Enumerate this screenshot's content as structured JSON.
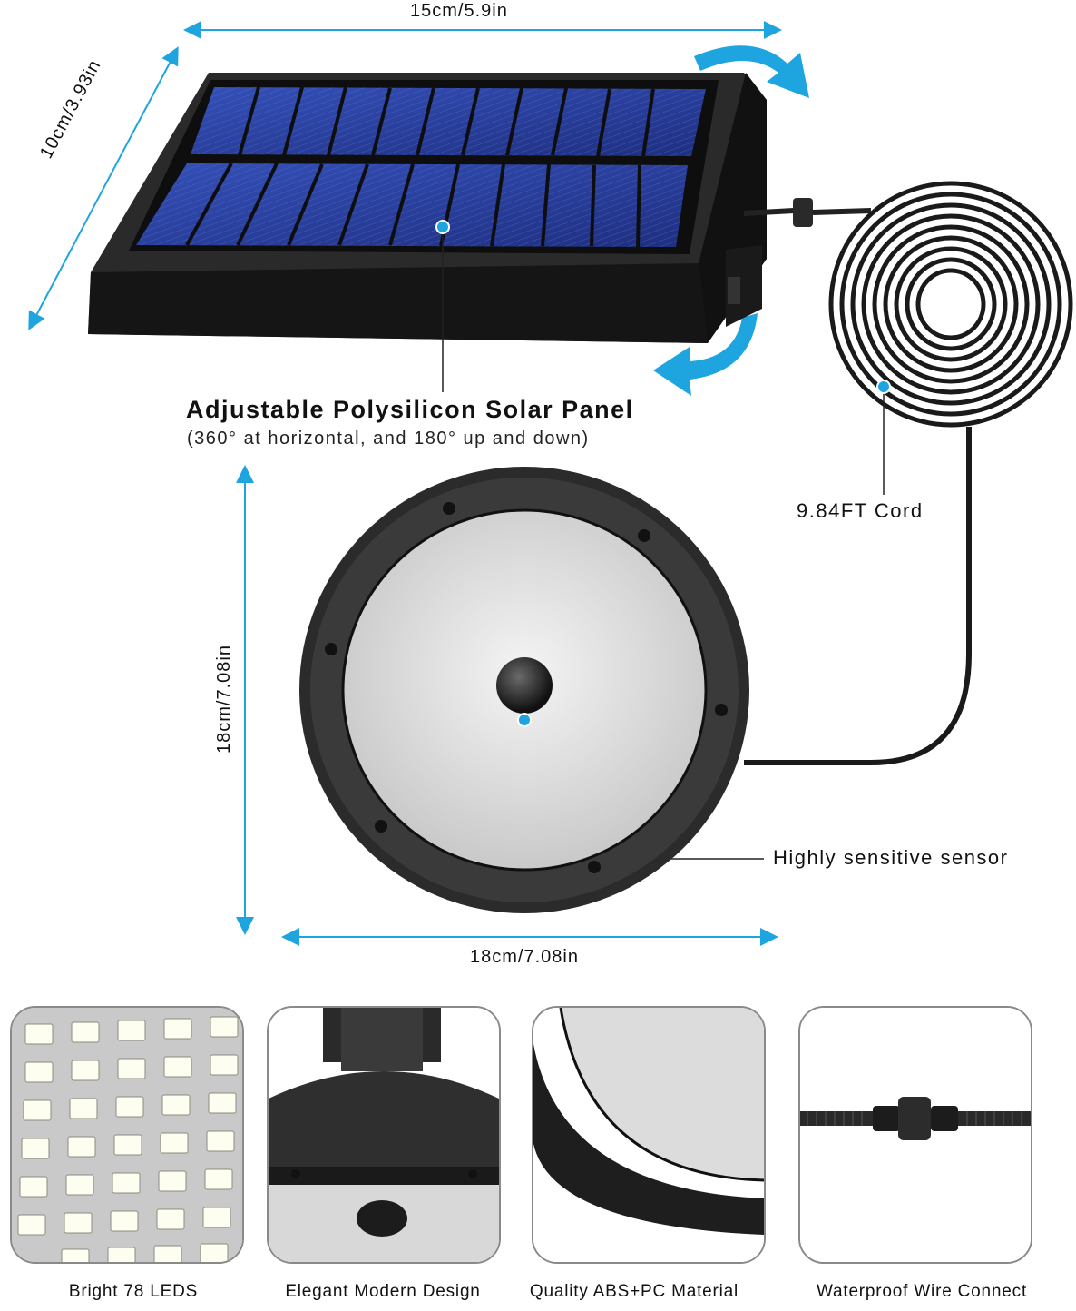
{
  "dimensions": {
    "panel_width": "15cm/5.9in",
    "panel_depth": "10cm/3.93in",
    "lamp_height": "18cm/7.08in",
    "lamp_width": "18cm/7.08in"
  },
  "solar_panel": {
    "title": "Adjustable Polysilicon Solar Panel",
    "subtitle": "(360° at horizontal, and 180° up and down)"
  },
  "callouts": {
    "cord": "9.84FT Cord",
    "sensor": "Highly sensitive sensor"
  },
  "features": [
    {
      "label": "Bright 78 LEDS"
    },
    {
      "label": "Elegant Modern Design"
    },
    {
      "label": "Quality ABS+PC Material"
    },
    {
      "label": "Waterproof Wire Connect"
    }
  ],
  "colors": {
    "accent": "#1ea5e0",
    "panel_cell": "#2b3f9e",
    "frame": "#1c1c1c"
  }
}
